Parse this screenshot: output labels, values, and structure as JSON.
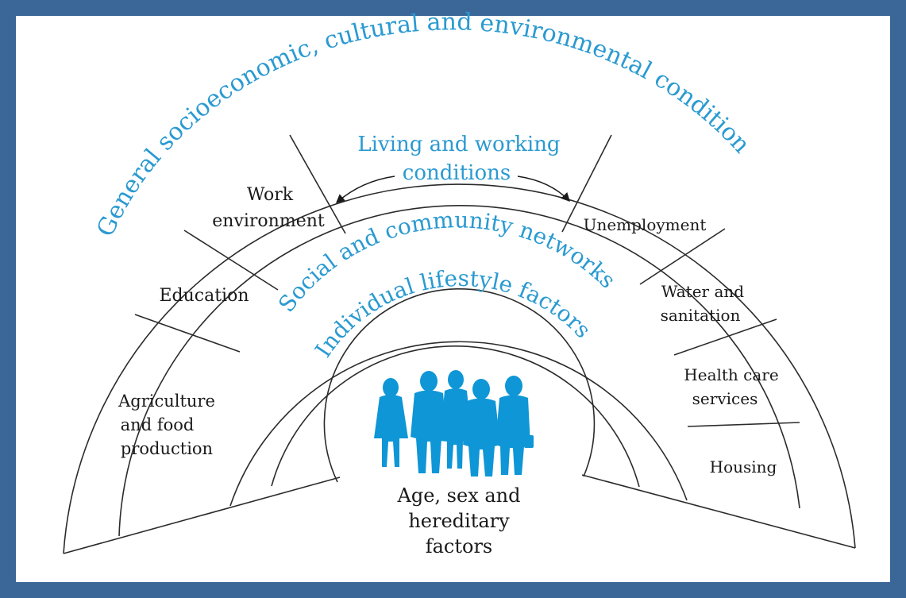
{
  "layers": {
    "outer": "General socioeconomic, cultural and environmental condition",
    "living": {
      "title_line1": "Living and working",
      "title_line2": "conditions"
    },
    "social": "Social and community networks",
    "individual": "Individual lifestyle factors",
    "core": {
      "line1": "Age, sex and",
      "line2": "hereditary",
      "line3": "factors"
    }
  },
  "left_sectors": {
    "work": {
      "line1": "Work",
      "line2": "environment"
    },
    "education": {
      "line1": "Education"
    },
    "agriculture": {
      "line1": "Agriculture",
      "line2": "and food",
      "line3": "production"
    }
  },
  "right_sectors": {
    "unemployment": {
      "line1": "Unemployment"
    },
    "water": {
      "line1": "Water and",
      "line2": "sanitation"
    },
    "health": {
      "line1": "Health care",
      "line2": "services"
    },
    "housing": {
      "line1": "Housing"
    }
  },
  "colors": {
    "frame": "#3a6698",
    "accent_text": "#2a9ad1",
    "figures": "#0e96d6",
    "lines": "#2b2b2b"
  },
  "icons": [
    "people-silhouettes-icon",
    "double-arrow-icon"
  ]
}
